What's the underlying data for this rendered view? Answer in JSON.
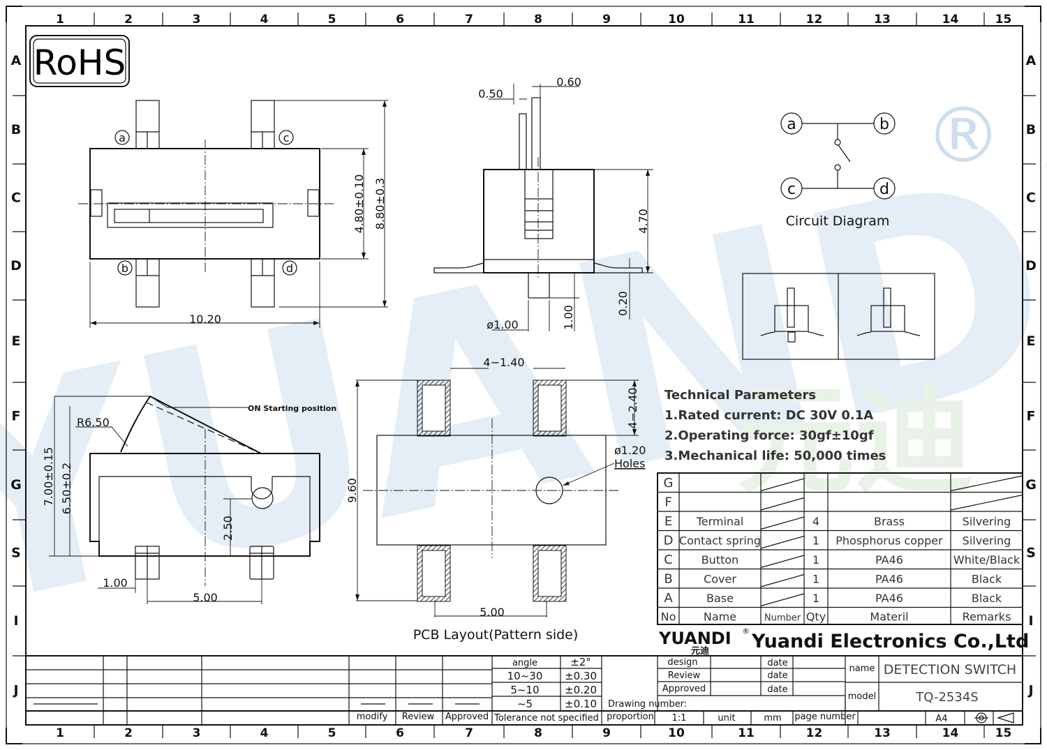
{
  "grid": {
    "columns": [
      "1",
      "2",
      "3",
      "4",
      "5",
      "6",
      "7",
      "8",
      "9",
      "10",
      "11",
      "12",
      "13",
      "14",
      "15"
    ],
    "rows": [
      "A",
      "B",
      "C",
      "D",
      "E",
      "F",
      "G",
      "S",
      "I",
      "J"
    ]
  },
  "rohs": "RoHS",
  "registered_mark": "®",
  "top_view": {
    "pins": [
      "a",
      "b",
      "c",
      "d"
    ],
    "dim_width": "10.20",
    "dim_height_body": "4.80±0.10",
    "dim_height_total": "8.80±0.3"
  },
  "side_view": {
    "dim_a": "0.50",
    "dim_b": "0.60",
    "dim_height": "4.70",
    "dim_pin": "1.00",
    "dim_thk": "0.20",
    "dim_dia": "ø1.00"
  },
  "circuit": {
    "title": "Circuit  Diagram",
    "nodes": [
      "a",
      "b",
      "c",
      "d"
    ]
  },
  "front_view": {
    "on_label": "ON Starting position",
    "radius": "R6.50",
    "h1": "7.00±0.15",
    "h2": "6.50±0.2",
    "h3": "2.50",
    "w1": "1.00",
    "w2": "5.00"
  },
  "pcb": {
    "title": "PCB  Layout(Pattern  side)",
    "slot_w": "4−1.40",
    "slot_h": "4−2.40",
    "hole": "ø1.20",
    "hole_label": "Holes",
    "height": "9.60",
    "pitch": "5.00"
  },
  "tech": {
    "title": "Technical Parameters",
    "items": [
      "1.Rated current: DC 30V 0.1A",
      "2.Operating force: 30gf±10gf",
      "3.Mechanical life: 50,000 times"
    ]
  },
  "bom": {
    "header": [
      "No",
      "Name",
      "Number",
      "Qty",
      "Materil",
      "Remarks"
    ],
    "rows": [
      [
        "G",
        "",
        "",
        "",
        "",
        ""
      ],
      [
        "F",
        "",
        "",
        "",
        "",
        ""
      ],
      [
        "E",
        "Terminal",
        "",
        "4",
        "Brass",
        "Silvering"
      ],
      [
        "D",
        "Contact spring",
        "",
        "1",
        "Phosphorus copper",
        "Silvering"
      ],
      [
        "C",
        "Button",
        "",
        "1",
        "PA46",
        "White/Black"
      ],
      [
        "B",
        "Cover",
        "",
        "1",
        "PA46",
        "Black"
      ],
      [
        "A",
        "Base",
        "",
        "1",
        "PA46",
        "Black"
      ]
    ]
  },
  "company": {
    "logo": "YUANDI",
    "logo_cn": "元迪",
    "name": "Yuandi Electronics Co.,Ltd"
  },
  "tolerance": {
    "rows": [
      [
        "angle",
        "±2°"
      ],
      [
        "10~30",
        "±0.30"
      ],
      [
        "5~10",
        "±0.20"
      ],
      [
        "~5",
        "±0.10"
      ]
    ],
    "footer": "Tolerance not specified"
  },
  "revision": {
    "modify": "modify",
    "review": "Review",
    "approved": "Approved"
  },
  "signoff": {
    "design": "design",
    "review": "Review",
    "approved": "Approved",
    "date": "date"
  },
  "drawing_number_label": "Drawing number:",
  "proportion": {
    "label": "proportion",
    "value": "1:1",
    "unit_label": "unit",
    "unit": "mm",
    "page_label": "page number",
    "size": "A4"
  },
  "product": {
    "name_label": "name",
    "name": "DETECTION SWITCH",
    "model_label": "model",
    "model": "TQ-2534S"
  },
  "colors": {
    "line": "#111111",
    "watermark": "#3f7fc1",
    "watermark_green": "#5aa34a"
  }
}
